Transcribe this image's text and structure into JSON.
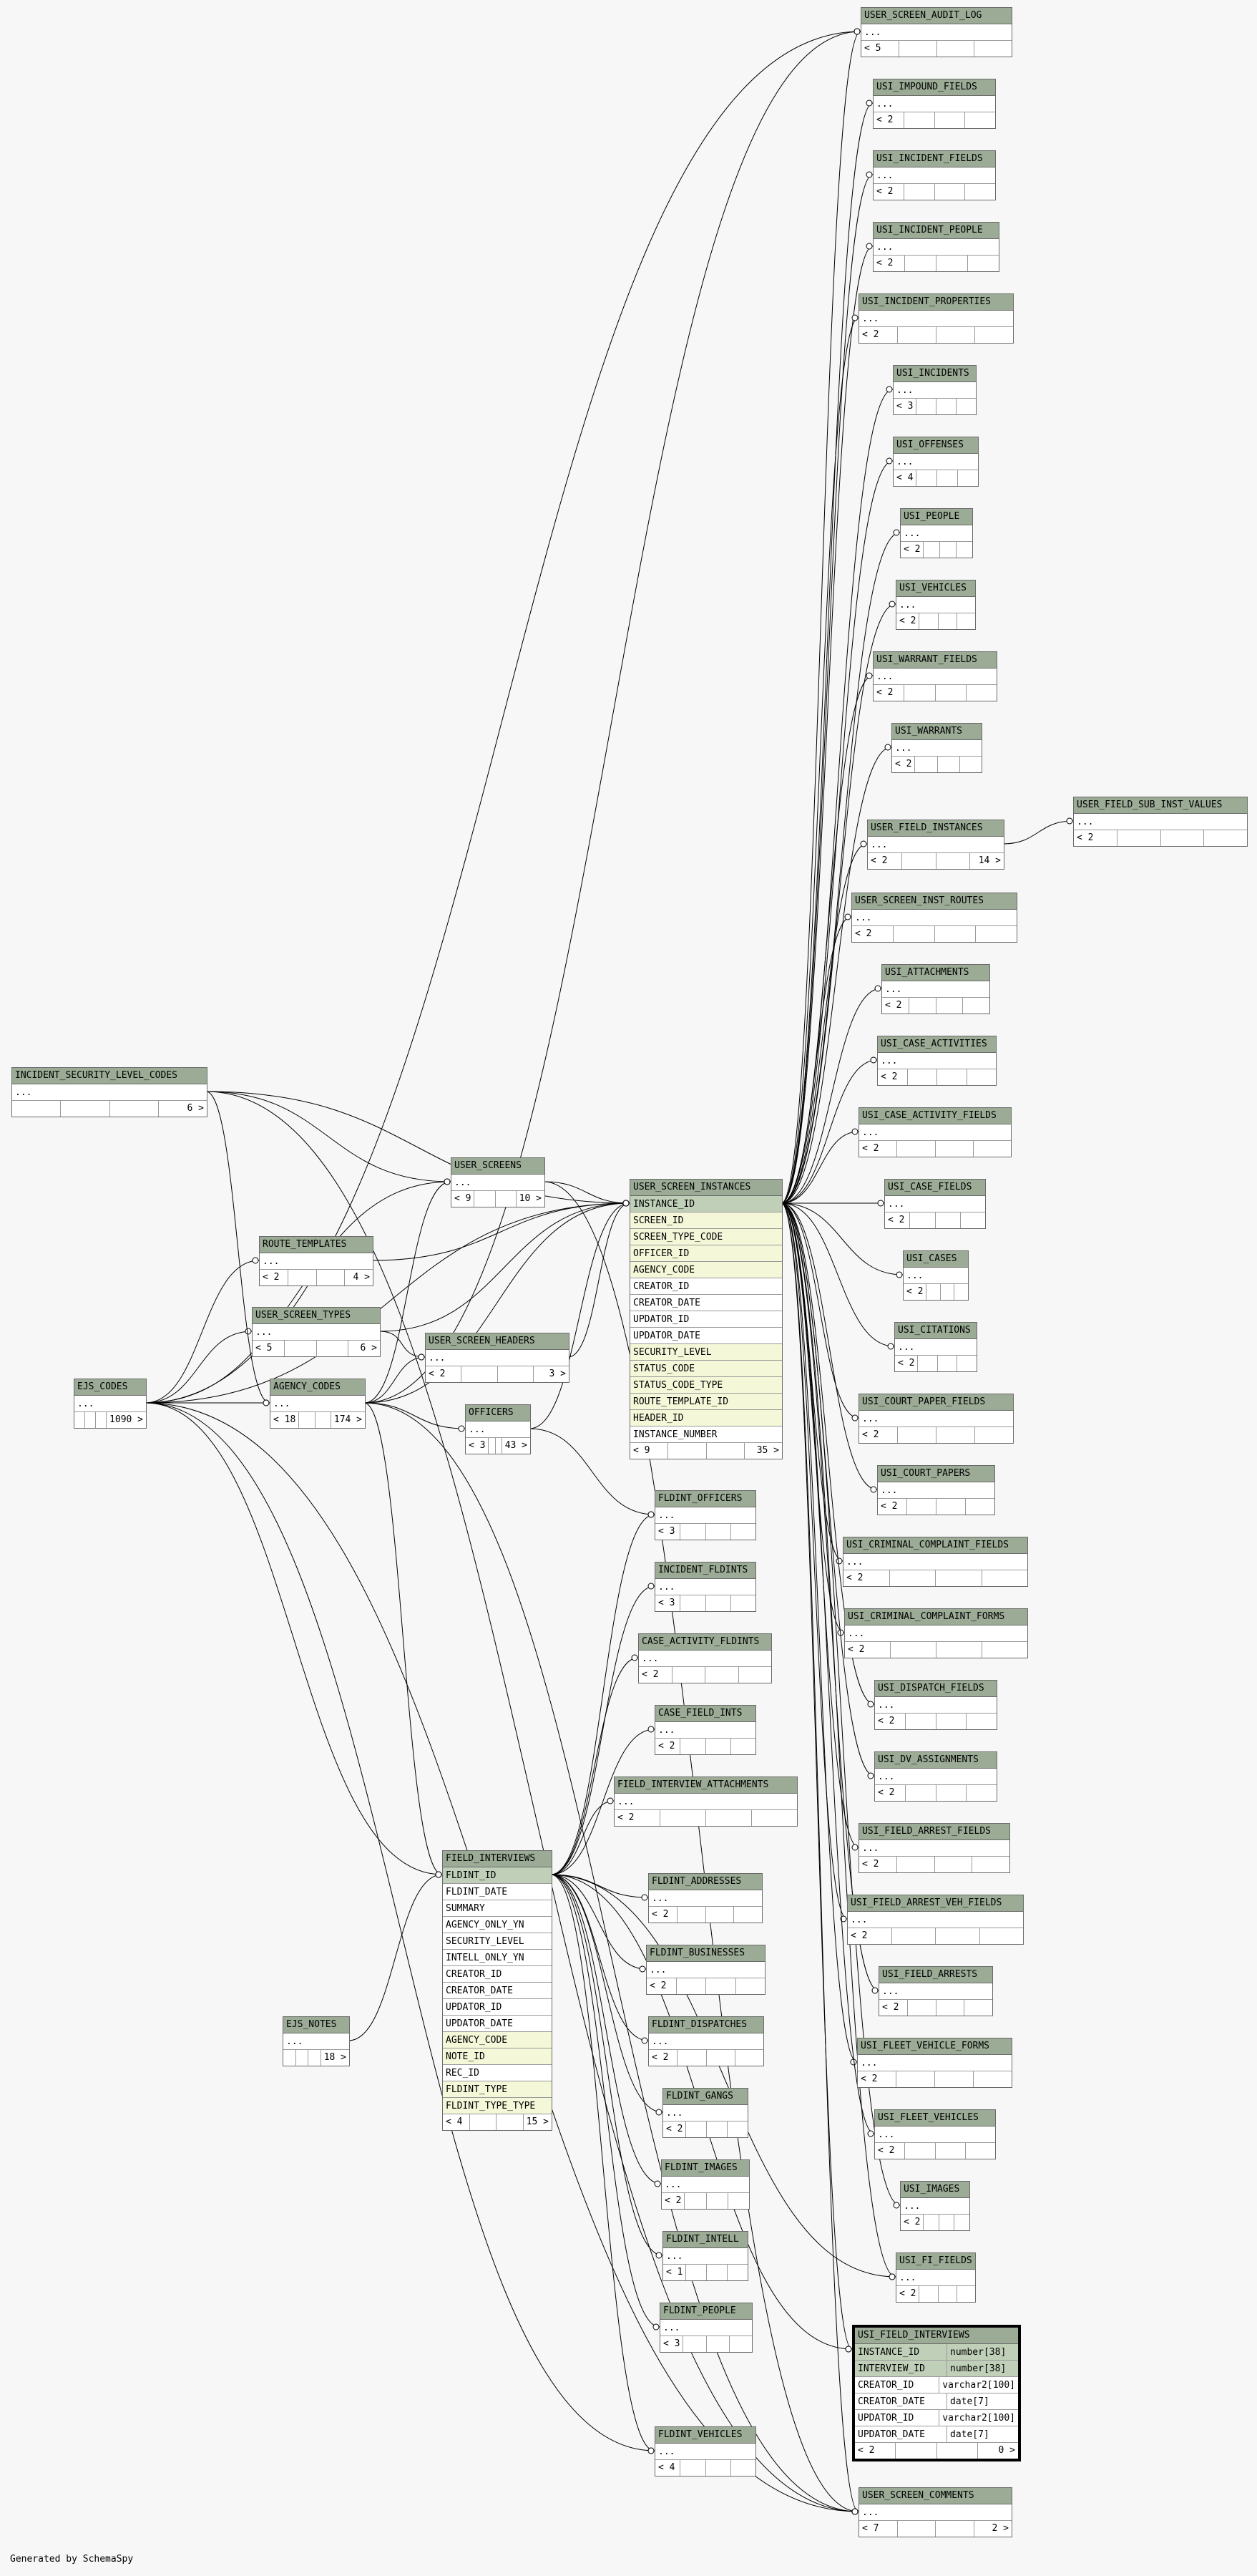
{
  "footer": "Generated by SchemaSpy",
  "ellipsis": "...",
  "tables": [
    {
      "id": "user_screen_audit_log",
      "name": "USER_SCREEN_AUDIT_LOG",
      "rows": [],
      "parents": "< 5",
      "children": ""
    },
    {
      "id": "usi_impound_fields",
      "name": "USI_IMPOUND_FIELDS",
      "rows": [],
      "parents": "< 2",
      "children": ""
    },
    {
      "id": "usi_incident_fields",
      "name": "USI_INCIDENT_FIELDS",
      "rows": [],
      "parents": "< 2",
      "children": ""
    },
    {
      "id": "usi_incident_people",
      "name": "USI_INCIDENT_PEOPLE",
      "rows": [],
      "parents": "< 2",
      "children": ""
    },
    {
      "id": "usi_incident_properties",
      "name": "USI_INCIDENT_PROPERTIES",
      "rows": [],
      "parents": "< 2",
      "children": ""
    },
    {
      "id": "usi_incidents",
      "name": "USI_INCIDENTS",
      "rows": [],
      "parents": "< 3",
      "children": ""
    },
    {
      "id": "usi_offenses",
      "name": "USI_OFFENSES",
      "rows": [],
      "parents": "< 4",
      "children": ""
    },
    {
      "id": "usi_people",
      "name": "USI_PEOPLE",
      "rows": [],
      "parents": "< 2",
      "children": ""
    },
    {
      "id": "usi_vehicles",
      "name": "USI_VEHICLES",
      "rows": [],
      "parents": "< 2",
      "children": ""
    },
    {
      "id": "usi_warrant_fields",
      "name": "USI_WARRANT_FIELDS",
      "rows": [],
      "parents": "< 2",
      "children": ""
    },
    {
      "id": "usi_warrants",
      "name": "USI_WARRANTS",
      "rows": [],
      "parents": "< 2",
      "children": ""
    },
    {
      "id": "user_field_instances",
      "name": "USER_FIELD_INSTANCES",
      "rows": [],
      "parents": "< 2",
      "children": "14 >"
    },
    {
      "id": "user_field_sub_inst_values",
      "name": "USER_FIELD_SUB_INST_VALUES",
      "rows": [],
      "parents": "< 2",
      "children": ""
    },
    {
      "id": "user_screen_inst_routes",
      "name": "USER_SCREEN_INST_ROUTES",
      "rows": [],
      "parents": "< 2",
      "children": ""
    },
    {
      "id": "usi_attachments",
      "name": "USI_ATTACHMENTS",
      "rows": [],
      "parents": "< 2",
      "children": ""
    },
    {
      "id": "usi_case_activities",
      "name": "USI_CASE_ACTIVITIES",
      "rows": [],
      "parents": "< 2",
      "children": ""
    },
    {
      "id": "usi_case_activity_fields",
      "name": "USI_CASE_ACTIVITY_FIELDS",
      "rows": [],
      "parents": "< 2",
      "children": ""
    },
    {
      "id": "usi_case_fields",
      "name": "USI_CASE_FIELDS",
      "rows": [],
      "parents": "< 2",
      "children": ""
    },
    {
      "id": "usi_cases",
      "name": "USI_CASES",
      "rows": [],
      "parents": "< 2",
      "children": ""
    },
    {
      "id": "usi_citations",
      "name": "USI_CITATIONS",
      "rows": [],
      "parents": "< 2",
      "children": ""
    },
    {
      "id": "usi_court_paper_fields",
      "name": "USI_COURT_PAPER_FIELDS",
      "rows": [],
      "parents": "< 2",
      "children": ""
    },
    {
      "id": "usi_court_papers",
      "name": "USI_COURT_PAPERS",
      "rows": [],
      "parents": "< 2",
      "children": ""
    },
    {
      "id": "usi_criminal_complaint_fields",
      "name": "USI_CRIMINAL_COMPLAINT_FIELDS",
      "rows": [],
      "parents": "< 2",
      "children": ""
    },
    {
      "id": "usi_criminal_complaint_forms",
      "name": "USI_CRIMINAL_COMPLAINT_FORMS",
      "rows": [],
      "parents": "< 2",
      "children": ""
    },
    {
      "id": "usi_dispatch_fields",
      "name": "USI_DISPATCH_FIELDS",
      "rows": [],
      "parents": "< 2",
      "children": ""
    },
    {
      "id": "usi_dv_assignments",
      "name": "USI_DV_ASSIGNMENTS",
      "rows": [],
      "parents": "< 2",
      "children": ""
    },
    {
      "id": "usi_field_arrest_fields",
      "name": "USI_FIELD_ARREST_FIELDS",
      "rows": [],
      "parents": "< 2",
      "children": ""
    },
    {
      "id": "usi_field_arrest_veh_fields",
      "name": "USI_FIELD_ARREST_VEH_FIELDS",
      "rows": [],
      "parents": "< 2",
      "children": ""
    },
    {
      "id": "usi_field_arrests",
      "name": "USI_FIELD_ARRESTS",
      "rows": [],
      "parents": "< 2",
      "children": ""
    },
    {
      "id": "usi_fleet_vehicle_forms",
      "name": "USI_FLEET_VEHICLE_FORMS",
      "rows": [],
      "parents": "< 2",
      "children": ""
    },
    {
      "id": "usi_fleet_vehicles",
      "name": "USI_FLEET_VEHICLES",
      "rows": [],
      "parents": "< 2",
      "children": ""
    },
    {
      "id": "usi_images",
      "name": "USI_IMAGES",
      "rows": [],
      "parents": "< 2",
      "children": ""
    },
    {
      "id": "usi_fi_fields",
      "name": "USI_FI_FIELDS",
      "rows": [],
      "parents": "< 2",
      "children": ""
    },
    {
      "id": "user_screen_comments",
      "name": "USER_SCREEN_COMMENTS",
      "rows": [],
      "parents": "< 7",
      "children": "2 >"
    },
    {
      "id": "incident_security_level_codes",
      "name": "INCIDENT_SECURITY_LEVEL_CODES",
      "rows": [],
      "parents": "",
      "children": "6 >"
    },
    {
      "id": "user_screens",
      "name": "USER_SCREENS",
      "rows": [],
      "parents": "< 9",
      "children": "10 >"
    },
    {
      "id": "route_templates",
      "name": "ROUTE_TEMPLATES",
      "rows": [],
      "parents": "< 2",
      "children": "4 >"
    },
    {
      "id": "user_screen_types",
      "name": "USER_SCREEN_TYPES",
      "rows": [],
      "parents": "< 5",
      "children": "6 >"
    },
    {
      "id": "ejs_codes",
      "name": "EJS_CODES",
      "rows": [],
      "parents": "",
      "children": "1090 >"
    },
    {
      "id": "agency_codes",
      "name": "AGENCY_CODES",
      "rows": [],
      "parents": "< 18",
      "children": "174 >"
    },
    {
      "id": "user_screen_headers",
      "name": "USER_SCREEN_HEADERS",
      "rows": [],
      "parents": "< 2",
      "children": "3 >"
    },
    {
      "id": "officers",
      "name": "OFFICERS",
      "rows": [],
      "parents": "< 3",
      "children": "43 >"
    },
    {
      "id": "user_screen_instances",
      "name": "USER_SCREEN_INSTANCES",
      "parents": "< 9",
      "children": "35 >",
      "rows": [
        {
          "label": "INSTANCE_ID",
          "kind": "pk"
        },
        {
          "label": "SCREEN_ID",
          "kind": "fk"
        },
        {
          "label": "SCREEN_TYPE_CODE",
          "kind": "fk"
        },
        {
          "label": "OFFICER_ID",
          "kind": "fk"
        },
        {
          "label": "AGENCY_CODE",
          "kind": "fk"
        },
        {
          "label": "CREATOR_ID",
          "kind": ""
        },
        {
          "label": "CREATOR_DATE",
          "kind": ""
        },
        {
          "label": "UPDATOR_ID",
          "kind": ""
        },
        {
          "label": "UPDATOR_DATE",
          "kind": ""
        },
        {
          "label": "SECURITY_LEVEL",
          "kind": "fk"
        },
        {
          "label": "STATUS_CODE",
          "kind": "fk"
        },
        {
          "label": "STATUS_CODE_TYPE",
          "kind": "fk"
        },
        {
          "label": "ROUTE_TEMPLATE_ID",
          "kind": "fk"
        },
        {
          "label": "HEADER_ID",
          "kind": "fk"
        },
        {
          "label": "INSTANCE_NUMBER",
          "kind": ""
        }
      ]
    },
    {
      "id": "fldint_officers",
      "name": "FLDINT_OFFICERS",
      "rows": [],
      "parents": "< 3",
      "children": ""
    },
    {
      "id": "incident_fldints",
      "name": "INCIDENT_FLDINTS",
      "rows": [],
      "parents": "< 3",
      "children": ""
    },
    {
      "id": "case_activity_fldints",
      "name": "CASE_ACTIVITY_FLDINTS",
      "rows": [],
      "parents": "< 2",
      "children": ""
    },
    {
      "id": "case_field_ints",
      "name": "CASE_FIELD_INTS",
      "rows": [],
      "parents": "< 2",
      "children": ""
    },
    {
      "id": "field_interview_attachments",
      "name": "FIELD_INTERVIEW_ATTACHMENTS",
      "rows": [],
      "parents": "< 2",
      "children": ""
    },
    {
      "id": "field_interviews",
      "name": "FIELD_INTERVIEWS",
      "parents": "< 4",
      "children": "15 >",
      "rows": [
        {
          "label": "FLDINT_ID",
          "kind": "pk"
        },
        {
          "label": "FLDINT_DATE",
          "kind": ""
        },
        {
          "label": "SUMMARY",
          "kind": ""
        },
        {
          "label": "AGENCY_ONLY_YN",
          "kind": ""
        },
        {
          "label": "SECURITY_LEVEL",
          "kind": ""
        },
        {
          "label": "INTELL_ONLY_YN",
          "kind": ""
        },
        {
          "label": "CREATOR_ID",
          "kind": ""
        },
        {
          "label": "CREATOR_DATE",
          "kind": ""
        },
        {
          "label": "UPDATOR_ID",
          "kind": ""
        },
        {
          "label": "UPDATOR_DATE",
          "kind": ""
        },
        {
          "label": "AGENCY_CODE",
          "kind": "fk"
        },
        {
          "label": "NOTE_ID",
          "kind": "fk"
        },
        {
          "label": "REC_ID",
          "kind": ""
        },
        {
          "label": "FLDINT_TYPE",
          "kind": "fk"
        },
        {
          "label": "FLDINT_TYPE_TYPE",
          "kind": "fk"
        }
      ]
    },
    {
      "id": "fldint_addresses",
      "name": "FLDINT_ADDRESSES",
      "rows": [],
      "parents": "< 2",
      "children": ""
    },
    {
      "id": "fldint_businesses",
      "name": "FLDINT_BUSINESSES",
      "rows": [],
      "parents": "< 2",
      "children": ""
    },
    {
      "id": "fldint_dispatches",
      "name": "FLDINT_DISPATCHES",
      "rows": [],
      "parents": "< 2",
      "children": ""
    },
    {
      "id": "fldint_gangs",
      "name": "FLDINT_GANGS",
      "rows": [],
      "parents": "< 2",
      "children": ""
    },
    {
      "id": "fldint_images",
      "name": "FLDINT_IMAGES",
      "rows": [],
      "parents": "< 2",
      "children": ""
    },
    {
      "id": "fldint_intell",
      "name": "FLDINT_INTELL",
      "rows": [],
      "parents": "< 1",
      "children": ""
    },
    {
      "id": "fldint_people",
      "name": "FLDINT_PEOPLE",
      "rows": [],
      "parents": "< 3",
      "children": ""
    },
    {
      "id": "fldint_vehicles",
      "name": "FLDINT_VEHICLES",
      "rows": [],
      "parents": "< 4",
      "children": ""
    },
    {
      "id": "ejs_notes",
      "name": "EJS_NOTES",
      "rows": [],
      "parents": "",
      "children": "18 >"
    },
    {
      "id": "usi_field_interviews",
      "name": "USI_FIELD_INTERVIEWS",
      "focus": true,
      "parents": "< 2",
      "children": "0 >",
      "rows": [
        {
          "label": "INSTANCE_ID",
          "kind": "pk",
          "type": "number[38]"
        },
        {
          "label": "INTERVIEW_ID",
          "kind": "pk",
          "type": "number[38]"
        },
        {
          "label": "CREATOR_ID",
          "kind": "",
          "type": "varchar2[100]"
        },
        {
          "label": "CREATOR_DATE",
          "kind": "",
          "type": "date[7]"
        },
        {
          "label": "UPDATOR_ID",
          "kind": "",
          "type": "varchar2[100]"
        },
        {
          "label": "UPDATOR_DATE",
          "kind": "",
          "type": "date[7]"
        }
      ]
    }
  ]
}
